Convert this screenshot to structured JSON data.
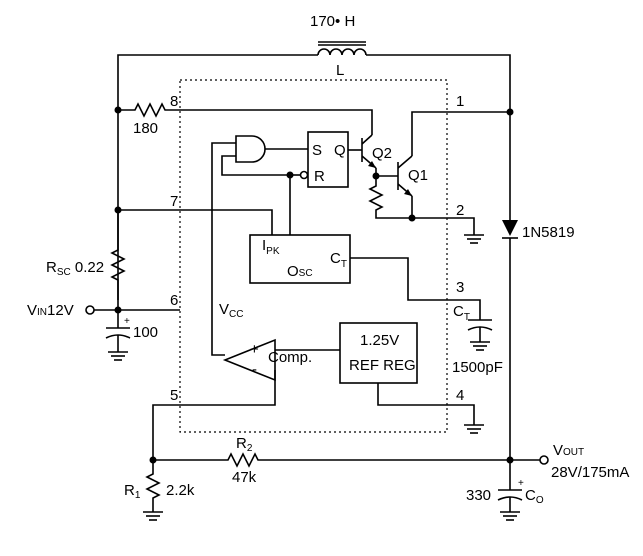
{
  "labels": {
    "inductor_value": "170• H",
    "inductor_name": "L",
    "r180": "180",
    "rsc_main": "R",
    "rsc_sub": "SC",
    "rsc_val": "0.22",
    "vin_main": "V",
    "vin_sub": "IN",
    "vin_val": "12V",
    "cin": "100",
    "r1_main": "R",
    "r1_sub": "1",
    "r1_val": "2.2k",
    "r2_main": "R",
    "r2_sub": "2",
    "r2_val": "47k",
    "vout_main": "V",
    "vout_sub": "OUT",
    "vout_val": "28V/175mA",
    "co_val": "330",
    "co_main": "C",
    "co_sub": "O",
    "diode": "1N5819",
    "ct_main": "C",
    "ct_sub": "T",
    "ct_val": "1500pF",
    "q1": "Q1",
    "q2": "Q2",
    "s_pin": "S",
    "r_pin": "R",
    "q_pin": "Q",
    "ipk_main": "I",
    "ipk_sub": "PK",
    "osc_main": "O",
    "osc_sub": "SC",
    "ctint_main": "C",
    "ctint_sub": "T",
    "vcc_main": "V",
    "vcc_sub": "CC",
    "ref_line1": "1.25V",
    "ref_line2": "REF REG",
    "comp": "Comp.",
    "plus": "+",
    "minus": "-",
    "cap_plus": "+",
    "pins": [
      "1",
      "2",
      "3",
      "4",
      "5",
      "6",
      "7",
      "8"
    ]
  }
}
